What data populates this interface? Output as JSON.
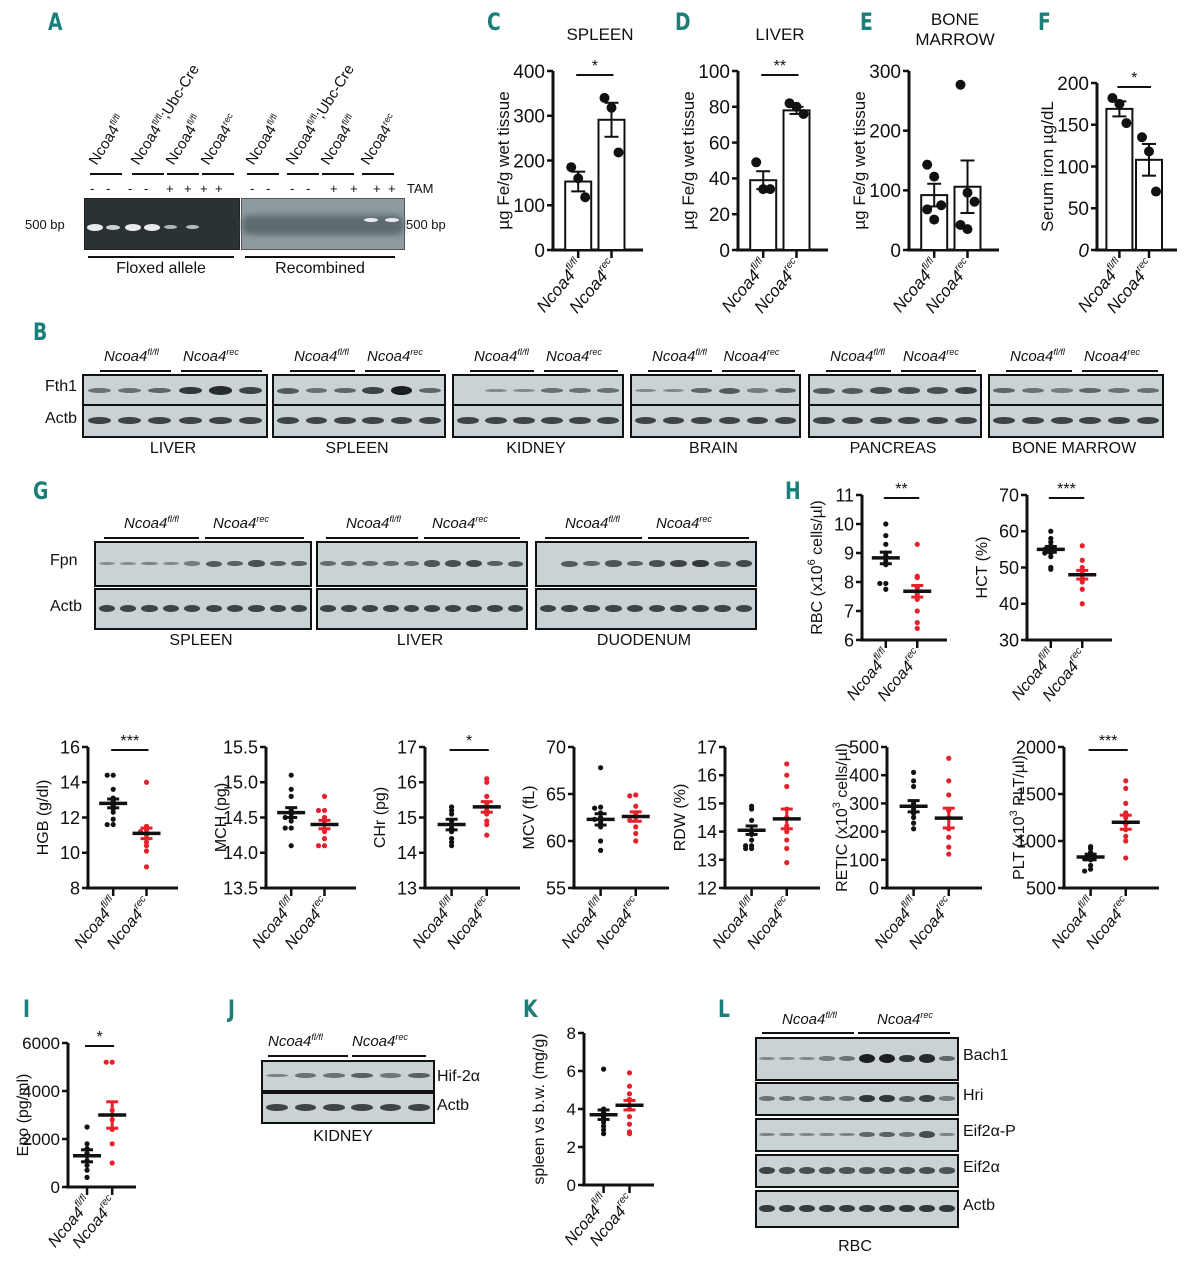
{
  "panel_labels": [
    "A",
    "B",
    "C",
    "D",
    "E",
    "F",
    "G",
    "H",
    "I",
    "J",
    "K",
    "L"
  ],
  "panel_a": {
    "lane_groups": [
      {
        "base": "Ncoa4",
        "sup": "fl/fl",
        "suffix": ""
      },
      {
        "base": "Ncoa4",
        "sup": "fl/fl",
        "suffix": ";Ubc-Cre"
      },
      {
        "base": "Ncoa4",
        "sup": "fl/fl",
        "suffix": ""
      },
      {
        "base": "Ncoa4",
        "sup": "rec",
        "suffix": ""
      },
      {
        "base": "Ncoa4",
        "sup": "fl/fl",
        "suffix": ""
      },
      {
        "base": "Ncoa4",
        "sup": "fl/fl",
        "suffix": ";Ubc-Cre"
      },
      {
        "base": "Ncoa4",
        "sup": "fl/fl",
        "suffix": ""
      },
      {
        "base": "Ncoa4",
        "sup": "rec",
        "suffix": ""
      }
    ],
    "tam_signs": [
      "-",
      "-",
      "-",
      "-",
      "+",
      "+",
      "+",
      "+",
      "-",
      "-",
      "-",
      "-",
      "+",
      "+",
      "+",
      "+"
    ],
    "tam_label": "TAM",
    "marker_left": "500 bp",
    "marker_right": "500 bp",
    "gel_left_label": "Floxed allele",
    "gel_right_label": "Recombined"
  },
  "panel_b": {
    "group_fl": {
      "base": "Ncoa4",
      "sup": "fl/fl"
    },
    "group_rec": {
      "base": "Ncoa4",
      "sup": "rec"
    },
    "rows": [
      "Fth1",
      "Actb"
    ],
    "tissues": [
      "LIVER",
      "SPLEEN",
      "KIDNEY",
      "BRAIN",
      "PANCREAS",
      "BONE MARROW"
    ]
  },
  "panel_g": {
    "rows": [
      "Fpn",
      "Actb"
    ],
    "tissues": [
      "SPLEEN",
      "LIVER",
      "DUODENUM"
    ]
  },
  "panel_j": {
    "rows": [
      "Hif-2α",
      "Actb"
    ],
    "tissue": "KIDNEY"
  },
  "panel_l": {
    "rows": [
      "Bach1",
      "Hri",
      "Eif2α-P",
      "Eif2α",
      "Actb"
    ],
    "tissue": "RBC"
  },
  "xcats": [
    {
      "base": "Ncoa4",
      "sup": "fl/fl"
    },
    {
      "base": "Ncoa4",
      "sup": "rec"
    }
  ],
  "colors": {
    "control": "#111111",
    "mutant": "#e8202a",
    "panel_label": "#1a7f7a"
  },
  "chart_data": [
    {
      "id": "C",
      "type": "bar",
      "title": "SPLEEN",
      "ylabel": "µg Fe/g wet tissue",
      "ylim": [
        0,
        400
      ],
      "yticks": [
        0,
        100,
        200,
        300,
        400
      ],
      "categories": [
        "Ncoa4 fl/fl",
        "Ncoa4 rec"
      ],
      "means": [
        153,
        291
      ],
      "sem": [
        22,
        38
      ],
      "points": [
        [
          185,
          160,
          118
        ],
        [
          340,
          318,
          218
        ]
      ],
      "sig": "*"
    },
    {
      "id": "D",
      "type": "bar",
      "title": "LIVER",
      "ylabel": "µg Fe/g wet tissue",
      "ylim": [
        0,
        100
      ],
      "yticks": [
        0,
        20,
        40,
        60,
        80,
        100
      ],
      "categories": [
        "Ncoa4 fl/fl",
        "Ncoa4 rec"
      ],
      "means": [
        39,
        78
      ],
      "sem": [
        5,
        2
      ],
      "points": [
        [
          49,
          34,
          34
        ],
        [
          82,
          80,
          76
        ]
      ],
      "sig": "**"
    },
    {
      "id": "E",
      "type": "bar",
      "title": "BONE\nMARROW",
      "ylabel": "µg Fe/g wet tissue",
      "ylim": [
        0,
        300
      ],
      "yticks": [
        0,
        100,
        200,
        300
      ],
      "categories": [
        "Ncoa4 fl/fl",
        "Ncoa4 rec"
      ],
      "means": [
        92,
        106
      ],
      "sem": [
        19,
        44
      ],
      "points": [
        [
          143,
          123,
          75,
          68,
          51
        ],
        [
          277,
          96,
          81,
          42,
          35
        ]
      ],
      "sig": ""
    },
    {
      "id": "F",
      "type": "bar",
      "title": "",
      "ylabel": "Serum iron µg/dL",
      "ylim": [
        0,
        200
      ],
      "yticks": [
        0,
        50,
        100,
        150,
        200
      ],
      "categories": [
        "Ncoa4 fl/fl",
        "Ncoa4 rec"
      ],
      "means": [
        169,
        108
      ],
      "sem": [
        9,
        19
      ],
      "points": [
        [
          182,
          175,
          152
        ],
        [
          135,
          118,
          70
        ]
      ],
      "sig": "*"
    },
    {
      "id": "H1",
      "type": "scatter",
      "ylabel": "RBC (x10^6 cells/µl)",
      "ylim": [
        6,
        11
      ],
      "yticks": [
        6,
        7,
        8,
        9,
        10,
        11
      ],
      "categories": [
        "Ncoa4 fl/fl",
        "Ncoa4 rec"
      ],
      "means": [
        8.83,
        7.68
      ],
      "sem": [
        0.2,
        0.2
      ],
      "points": [
        [
          10.0,
          9.6,
          9.3,
          9.0,
          8.9,
          8.8,
          8.7,
          8.6,
          7.95,
          7.95,
          7.75
        ],
        [
          9.3,
          8.2,
          8.15,
          7.8,
          7.6,
          7.5,
          7.4,
          7.0,
          6.6,
          6.4
        ]
      ],
      "sig": "**"
    },
    {
      "id": "H2",
      "type": "scatter",
      "ylabel": "HCT (%)",
      "ylim": [
        30,
        70
      ],
      "yticks": [
        30,
        40,
        50,
        60,
        70
      ],
      "categories": [
        "Ncoa4 fl/fl",
        "Ncoa4 rec"
      ],
      "means": [
        55,
        48
      ],
      "sem": [
        0.8,
        1.2
      ],
      "points": [
        [
          60,
          58,
          57,
          56,
          55,
          55,
          54,
          54,
          53,
          50,
          49.5
        ],
        [
          56,
          52,
          50,
          49,
          48,
          47,
          46,
          44,
          40
        ]
      ],
      "sig": "***"
    },
    {
      "id": "HGB",
      "type": "scatter",
      "ylabel": "HGB (g/dl)",
      "ylim": [
        8,
        16
      ],
      "yticks": [
        8,
        10,
        12,
        14,
        16
      ],
      "categories": [
        "Ncoa4 fl/fl",
        "Ncoa4 rec"
      ],
      "means": [
        12.8,
        11.1
      ],
      "sem": [
        0.25,
        0.3
      ],
      "points": [
        [
          14.4,
          14.4,
          13.6,
          13.1,
          12.9,
          12.7,
          12.5,
          12.3,
          11.9,
          11.6,
          11.6
        ],
        [
          14.0,
          11.5,
          11.3,
          11.2,
          11.0,
          10.8,
          10.6,
          10.4,
          10.1,
          9.2
        ]
      ],
      "sig": "***"
    },
    {
      "id": "MCH",
      "type": "scatter",
      "ylabel": "MCH (pg)",
      "ylim": [
        13.5,
        15.5
      ],
      "yticks": [
        13.5,
        14.0,
        14.5,
        15.0,
        15.5
      ],
      "categories": [
        "Ncoa4 fl/fl",
        "Ncoa4 rec"
      ],
      "means": [
        14.57,
        14.4
      ],
      "sem": [
        0.07,
        0.06
      ],
      "points": [
        [
          15.1,
          14.9,
          14.8,
          14.6,
          14.55,
          14.5,
          14.5,
          14.45,
          14.35,
          14.35,
          14.1
        ],
        [
          14.8,
          14.6,
          14.6,
          14.5,
          14.45,
          14.4,
          14.3,
          14.2,
          14.1,
          14.1
        ]
      ],
      "sig": ""
    },
    {
      "id": "CHr",
      "type": "scatter",
      "ylabel": "CHr (pg)",
      "ylim": [
        13,
        17
      ],
      "yticks": [
        13,
        14,
        15,
        16,
        17
      ],
      "categories": [
        "Ncoa4 fl/fl",
        "Ncoa4 rec"
      ],
      "means": [
        14.8,
        15.3
      ],
      "sem": [
        0.15,
        0.15
      ],
      "points": [
        [
          15.3,
          15.2,
          15.1,
          14.9,
          14.8,
          14.7,
          14.6,
          14.4,
          14.3,
          14.2
        ],
        [
          16.1,
          16.0,
          15.6,
          15.4,
          15.2,
          15.1,
          14.9,
          14.8,
          14.5
        ]
      ],
      "sig": "*"
    },
    {
      "id": "MCV",
      "type": "scatter",
      "ylabel": "MCV (fL)",
      "ylim": [
        55,
        70
      ],
      "yticks": [
        55,
        60,
        65,
        70
      ],
      "categories": [
        "Ncoa4 fl/fl",
        "Ncoa4 rec"
      ],
      "means": [
        62.3,
        62.6
      ],
      "sem": [
        0.6,
        0.5
      ],
      "points": [
        [
          67.8,
          63.6,
          63.5,
          63.0,
          62.5,
          62.3,
          62.0,
          61.5,
          60.0,
          59.0
        ],
        [
          64.9,
          64.8,
          63.7,
          63.0,
          62.7,
          62.5,
          62.2,
          61.5,
          60.8,
          60.0
        ]
      ],
      "sig": ""
    },
    {
      "id": "RDW",
      "type": "scatter",
      "ylabel": "RDW (%)",
      "ylim": [
        12,
        17
      ],
      "yticks": [
        12,
        13,
        14,
        15,
        16,
        17
      ],
      "categories": [
        "Ncoa4 fl/fl",
        "Ncoa4 rec"
      ],
      "means": [
        14.05,
        14.45
      ],
      "sem": [
        0.15,
        0.35
      ],
      "points": [
        [
          14.9,
          14.8,
          14.4,
          14.0,
          13.9,
          13.7,
          13.5,
          13.5,
          13.4,
          13.4
        ],
        [
          16.4,
          16.0,
          15.6,
          14.8,
          14.5,
          14.2,
          14.0,
          13.7,
          13.4,
          12.9
        ]
      ],
      "sig": ""
    },
    {
      "id": "RETIC",
      "type": "scatter",
      "ylabel": "RETIC (x10^3 cells/µl)",
      "ylim": [
        0,
        500
      ],
      "yticks": [
        0,
        100,
        200,
        300,
        400,
        500
      ],
      "categories": [
        "Ncoa4 fl/fl",
        "Ncoa4 rec"
      ],
      "means": [
        290,
        248
      ],
      "sem": [
        20,
        35
      ],
      "points": [
        [
          410,
          380,
          360,
          300,
          290,
          280,
          265,
          250,
          230,
          210
        ],
        [
          460,
          380,
          330,
          275,
          250,
          210,
          180,
          145,
          120
        ]
      ],
      "sig": ""
    },
    {
      "id": "PLT",
      "type": "scatter",
      "ylabel": "PLT (x10^3 PLT/µl)",
      "ylim": [
        500,
        2000
      ],
      "yticks": [
        500,
        1000,
        1500,
        2000
      ],
      "categories": [
        "Ncoa4 fl/fl",
        "Ncoa4 rec"
      ],
      "means": [
        830,
        1200
      ],
      "sem": [
        30,
        75
      ],
      "points": [
        [
          940,
          920,
          880,
          850,
          830,
          810,
          800,
          740,
          700,
          680
        ],
        [
          1640,
          1560,
          1400,
          1300,
          1250,
          1180,
          1120,
          1050,
          1000,
          820
        ]
      ],
      "sig": "***"
    },
    {
      "id": "I",
      "type": "scatter",
      "ylabel": "Epo (pg/ml)",
      "ylim": [
        0,
        6000
      ],
      "yticks": [
        0,
        2000,
        4000,
        6000
      ],
      "categories": [
        "Ncoa4 fl/fl",
        "Ncoa4 rec"
      ],
      "means": [
        1300,
        3000
      ],
      "sem": [
        250,
        550
      ],
      "points": [
        [
          2500,
          1800,
          1600,
          1400,
          1300,
          1100,
          900,
          700,
          400
        ],
        [
          5200,
          5200,
          3200,
          2800,
          2400,
          1800,
          1000
        ]
      ],
      "sig": "*"
    },
    {
      "id": "K",
      "type": "scatter",
      "ylabel": "spleen vs b.w. (mg/g)",
      "ylim": [
        0,
        8
      ],
      "yticks": [
        0,
        2,
        4,
        6,
        8
      ],
      "categories": [
        "Ncoa4 fl/fl",
        "Ncoa4 rec"
      ],
      "means": [
        3.7,
        4.2
      ],
      "sem": [
        0.25,
        0.25
      ],
      "points": [
        [
          6.1,
          4.0,
          3.8,
          3.6,
          3.5,
          3.3,
          3.1,
          2.9,
          2.7
        ],
        [
          5.9,
          5.2,
          4.8,
          4.5,
          4.2,
          4.0,
          3.6,
          3.2,
          2.8,
          2.7
        ]
      ],
      "sig": ""
    }
  ]
}
